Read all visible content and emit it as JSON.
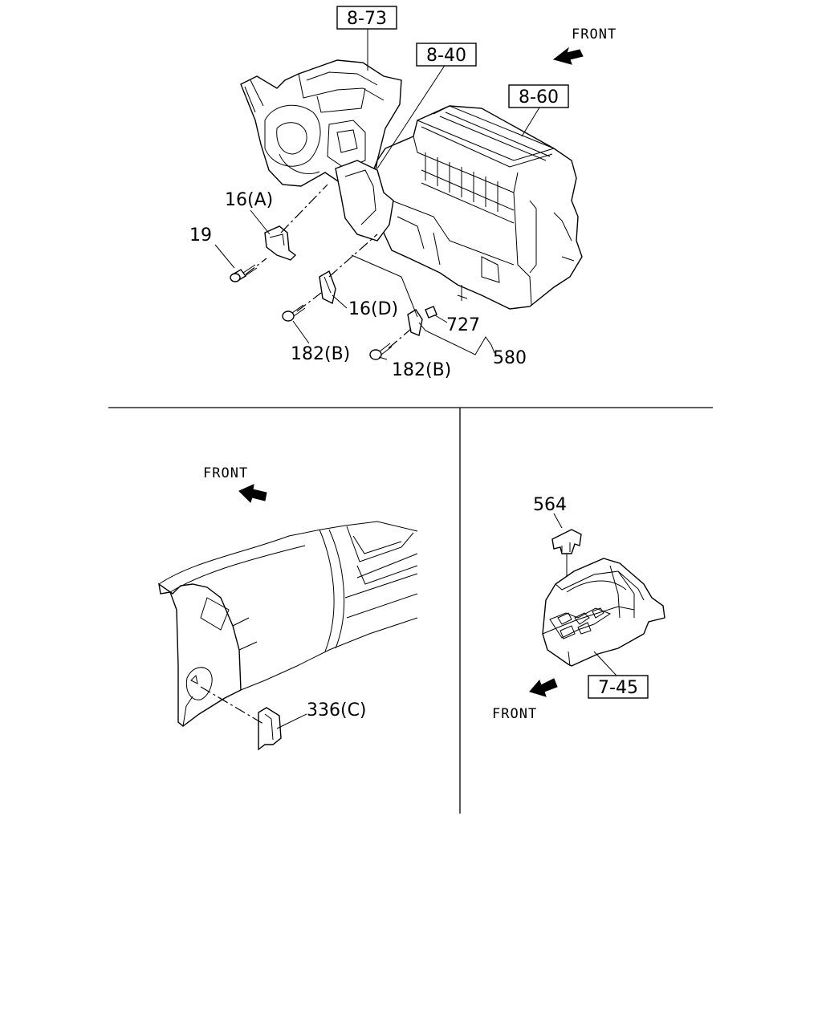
{
  "refs": {
    "r873": "8-73",
    "r840": "8-40",
    "r860": "8-60",
    "r745": "7-45"
  },
  "front_labels": {
    "top": "FRONT",
    "left": "FRONT",
    "right": "FRONT"
  },
  "callouts": {
    "c16a": "16(A)",
    "c19": "19",
    "c16d": "16(D)",
    "c182b_1": "182(B)",
    "c182b_2": "182(B)",
    "c727": "727",
    "c580": "580",
    "c564": "564",
    "c336c": "336(C)"
  },
  "icons": [
    "front-arrow-icon"
  ]
}
